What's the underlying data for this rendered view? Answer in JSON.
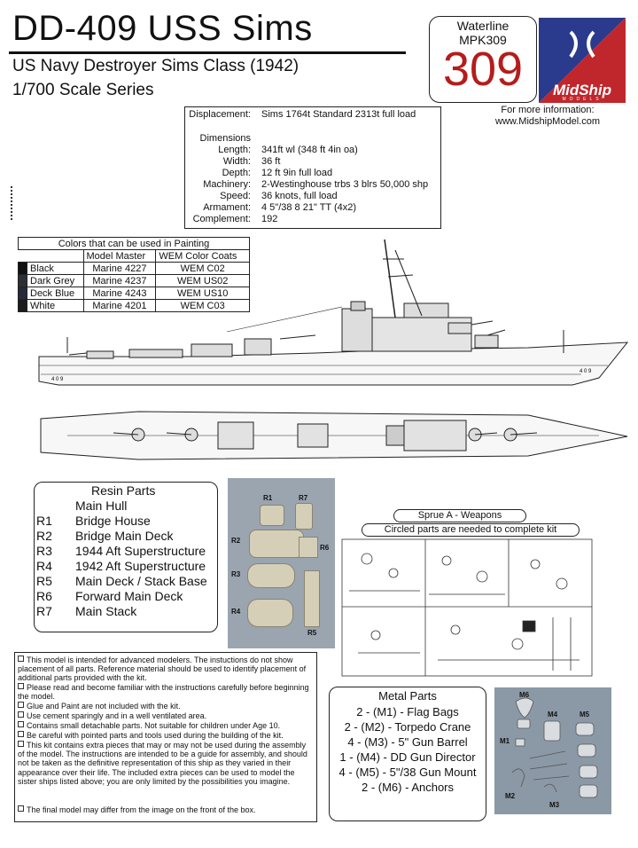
{
  "header": {
    "title": "DD-409 USS Sims",
    "subtitle": "US Navy Destroyer Sims Class (1942)",
    "series": "1/700 Scale Series"
  },
  "kit": {
    "line1": "Waterline",
    "line2": "MPK309",
    "number": "309"
  },
  "logo": {
    "text": "MidShip",
    "sub": "MODELS"
  },
  "info": {
    "line1": "For more information:",
    "line2": "www.MidshipModel.com"
  },
  "specs": [
    {
      "label": "Displacement:",
      "value": "Sims 1764t Standard 2313t full load"
    },
    {
      "label": "Dimensions",
      "value": ""
    },
    {
      "label": "Length:",
      "value": "341ft wl (348 ft 4in oa)"
    },
    {
      "label": "Width:",
      "value": "36 ft"
    },
    {
      "label": "Depth:",
      "value": "12 ft 9in full load"
    },
    {
      "label": "Machinery:",
      "value": "2-Westinghouse trbs 3 blrs 50,000 shp"
    },
    {
      "label": "Speed:",
      "value": "36 knots, full load"
    },
    {
      "label": "Armament:",
      "value": "4 5\"/38 8 21\" TT (4x2)"
    },
    {
      "label": "Complement:",
      "value": "192"
    }
  ],
  "colors_table": {
    "title": "Colors that can be used in Painting",
    "headers": [
      "Model Master",
      "WEM Color Coats"
    ],
    "rows": [
      {
        "name": "Black",
        "model_master": "Marine 4227",
        "wem": "WEM C02",
        "swatch": "#111111"
      },
      {
        "name": "Dark Grey",
        "model_master": "Marine 4237",
        "wem": "WEM US02",
        "swatch": "#2d3035"
      },
      {
        "name": "Deck Blue",
        "model_master": "Marine 4243",
        "wem": "WEM US10",
        "swatch": "#252b3a"
      },
      {
        "name": "White",
        "model_master": "Marine 4201",
        "wem": "WEM C03",
        "swatch": "#1c1c1c"
      }
    ]
  },
  "drawing": {
    "hull_number_bow": "4 0 9",
    "hull_number_stern": "4 0 9"
  },
  "resin": {
    "title": "Resin Parts",
    "items": [
      {
        "code": "",
        "name": "Main Hull"
      },
      {
        "code": "R1",
        "name": "Bridge House"
      },
      {
        "code": "R2",
        "name": "Bridge Main Deck"
      },
      {
        "code": "R3",
        "name": "1944 Aft Superstructure"
      },
      {
        "code": "R4",
        "name": "1942 Aft Superstructure"
      },
      {
        "code": "R5",
        "name": "Main Deck / Stack Base"
      },
      {
        "code": "R6",
        "name": "Forward Main Deck"
      },
      {
        "code": "R7",
        "name": "Main Stack"
      }
    ],
    "photo_labels": [
      "R1",
      "R7",
      "R2",
      "R6",
      "R3",
      "R4",
      "R5"
    ]
  },
  "sprue": {
    "title": "Sprue A - Weapons",
    "note": "Circled parts are needed to complete kit"
  },
  "notes": [
    "This model is intended for advanced modelers. The instuctions do not show placement of all parts. Reference material should be used to identify placement of additional parts provided with the kit.",
    "Please read and become familiar with the instructions carefully before beginning the model.",
    "Glue and Paint are not included with the kit.",
    "Use cement sparingly and in a well ventilated area.",
    "Contains small detachable parts. Not suitable for children under Age 10.",
    "Be careful with pointed parts and tools used during the building of the kit.",
    "This kit contains extra pieces that may or may not be used during the assembly of the model. The instructions are intended to be a guide for assembly, and should not be taken as the definitive representation of this ship as they varied in their appearance over their life. The included extra pieces can be used to model the sister ships listed above; you are only limited by the possibilities you imagine.",
    "The final model may differ from the image on the front of the box."
  ],
  "metal": {
    "title": "Metal Parts",
    "items": [
      "2 - (M1) - Flag Bags",
      "2 - (M2) - Torpedo Crane",
      "4 - (M3) - 5\" Gun Barrel",
      "1 - (M4) - DD Gun Director",
      "4 - (M5) - 5\"/38 Gun Mount",
      "2 - (M6) - Anchors"
    ],
    "photo_labels": [
      "M6",
      "M4",
      "M5",
      "M1",
      "M2",
      "M3"
    ]
  }
}
